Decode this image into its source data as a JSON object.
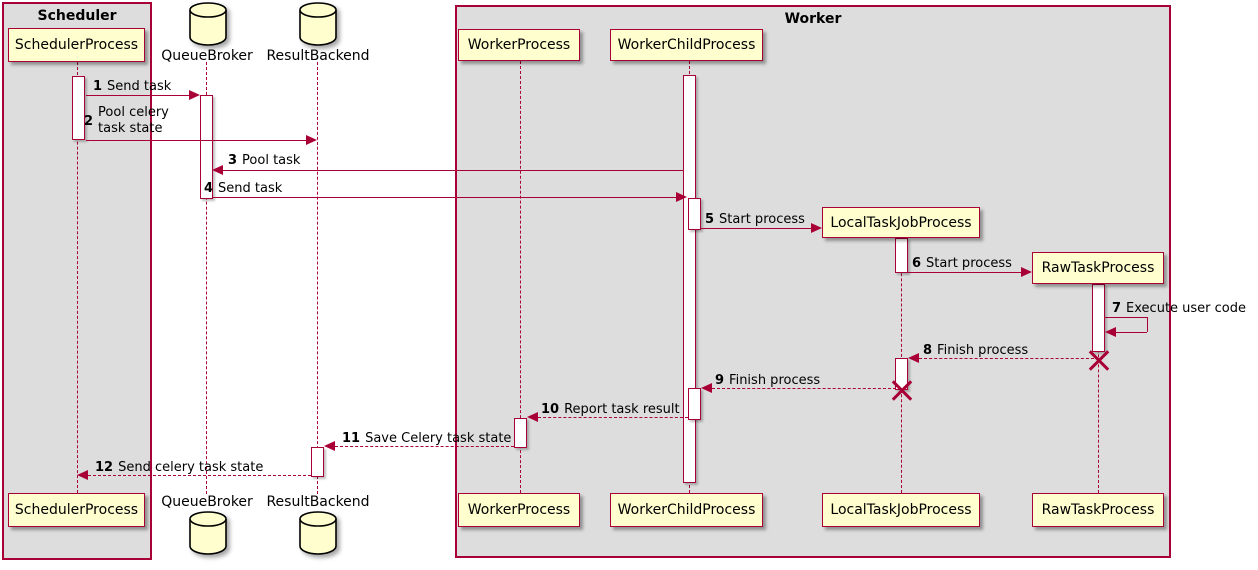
{
  "frames": [
    {
      "title": "Scheduler"
    },
    {
      "title": "Worker"
    }
  ],
  "participants": [
    {
      "name": "SchedulerProcess",
      "kind": "participant",
      "frame": "Scheduler"
    },
    {
      "name": "QueueBroker",
      "kind": "database"
    },
    {
      "name": "ResultBackend",
      "kind": "database"
    },
    {
      "name": "WorkerProcess",
      "kind": "participant",
      "frame": "Worker"
    },
    {
      "name": "WorkerChildProcess",
      "kind": "participant",
      "frame": "Worker"
    },
    {
      "name": "LocalTaskJobProcess",
      "kind": "participant",
      "frame": "Worker"
    },
    {
      "name": "RawTaskProcess",
      "kind": "participant",
      "frame": "Worker"
    }
  ],
  "messages": [
    {
      "num": "1",
      "label": "Send task",
      "from": "SchedulerProcess",
      "to": "QueueBroker",
      "line": "solid"
    },
    {
      "num": "2",
      "label": "Pool celery\ntask state",
      "from": "SchedulerProcess",
      "to": "ResultBackend",
      "line": "solid"
    },
    {
      "num": "3",
      "label": "Pool task",
      "from": "WorkerChildProcess",
      "to": "QueueBroker",
      "line": "solid"
    },
    {
      "num": "4",
      "label": "Send task",
      "from": "QueueBroker",
      "to": "WorkerChildProcess",
      "line": "solid"
    },
    {
      "num": "5",
      "label": "Start process",
      "from": "WorkerChildProcess",
      "to": "LocalTaskJobProcess",
      "line": "solid"
    },
    {
      "num": "6",
      "label": "Start process",
      "from": "LocalTaskJobProcess",
      "to": "RawTaskProcess",
      "line": "solid"
    },
    {
      "num": "7",
      "label": "Execute user code",
      "from": "RawTaskProcess",
      "to": "RawTaskProcess",
      "line": "solid"
    },
    {
      "num": "8",
      "label": "Finish process",
      "from": "RawTaskProcess",
      "to": "LocalTaskJobProcess",
      "line": "dashed"
    },
    {
      "num": "9",
      "label": "Finish process",
      "from": "LocalTaskJobProcess",
      "to": "WorkerChildProcess",
      "line": "dashed"
    },
    {
      "num": "10",
      "label": "Report task result",
      "from": "WorkerChildProcess",
      "to": "WorkerProcess",
      "line": "dashed"
    },
    {
      "num": "11",
      "label": "Save Celery task state",
      "from": "WorkerProcess",
      "to": "ResultBackend",
      "line": "dashed"
    },
    {
      "num": "12",
      "label": "Send celery task state",
      "from": "ResultBackend",
      "to": "SchedulerProcess",
      "line": "dashed"
    }
  ],
  "colors": {
    "border": "#A80036",
    "participant_fill": "#FEFECE",
    "frame_fill": "#DDDDDD",
    "activation_fill": "#FFFFFF",
    "text": "#000000",
    "database_outline": "#000000"
  }
}
